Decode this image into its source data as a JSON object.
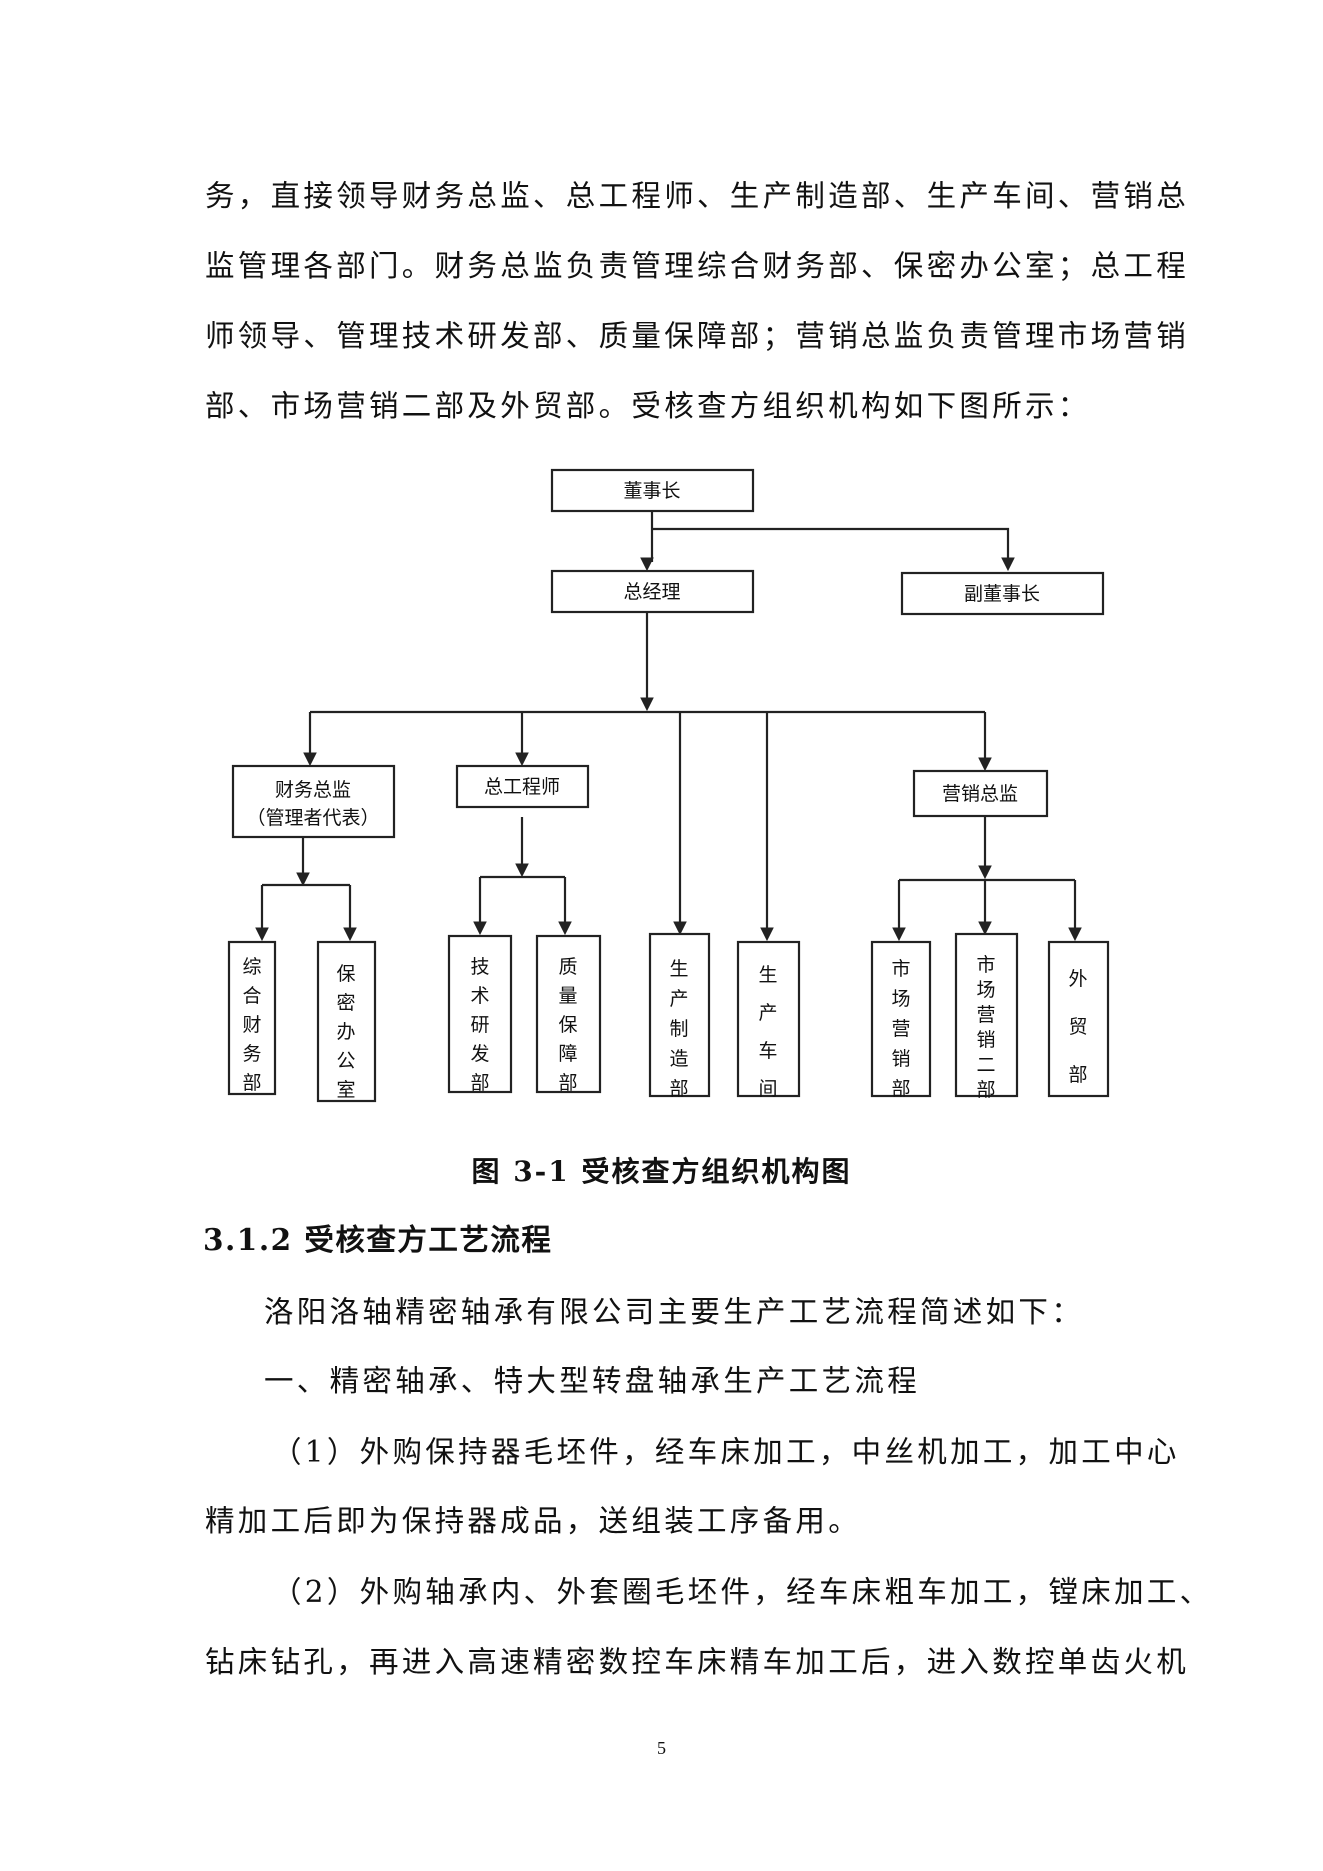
{
  "intro": [
    "务，直接领导财务总监、总工程师、生产制造部、生产车间、营销总",
    "监管理各部门。财务总监负责管理综合财务部、保密办公室；总工程",
    "师领导、管理技术研发部、质量保障部；营销总监负责管理市场营销",
    "部、市场营销二部及外贸部。受核查方组织机构如下图所示："
  ],
  "org_chart": {
    "chairman": "董事长",
    "general_manager": "总经理",
    "vice_chairman": "副董事长",
    "cfo": [
      "财务总监",
      "（管理者代表）"
    ],
    "chief_engineer": "总工程师",
    "marketing_director": "营销总监",
    "departments": [
      "综合财务部",
      "保密办公室",
      "技术研发部",
      "质量保障部",
      "生产制造部",
      "生产车间",
      "市场营销部",
      "市场营销二部",
      "外贸部"
    ]
  },
  "caption": "图 3-1  受核查方组织机构图",
  "section_title": "3.1.2 受核查方工艺流程",
  "body": [
    "洛阳洛轴精密轴承有限公司主要生产工艺流程简述如下：",
    "一、精密轴承、特大型转盘轴承生产工艺流程",
    "（1）外购保持器毛坯件，经车床加工，中丝机加工，加工中心",
    "精加工后即为保持器成品，送组装工序备用。",
    "（2）外购轴承内、外套圈毛坯件，经车床粗车加工，镗床加工、",
    "钻床钻孔，再进入高速精密数控车床精车加工后，进入数控单齿火机"
  ],
  "page_number": "5"
}
